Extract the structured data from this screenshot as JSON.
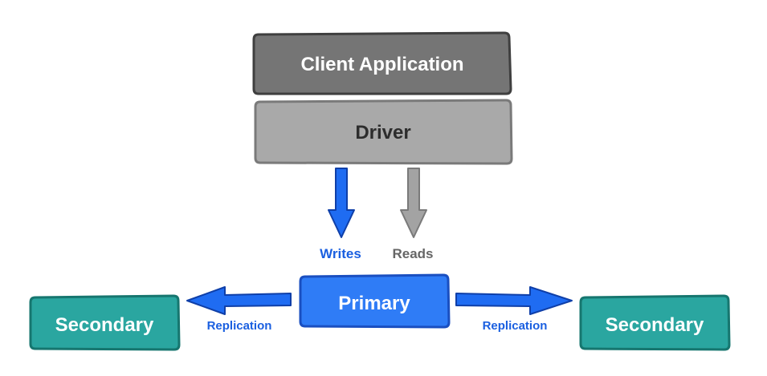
{
  "diagram": {
    "client_app": {
      "label": "Client Application"
    },
    "driver": {
      "label": "Driver"
    },
    "writes": {
      "label": "Writes"
    },
    "reads": {
      "label": "Reads"
    },
    "primary": {
      "label": "Primary"
    },
    "secondary_left": {
      "label": "Secondary"
    },
    "secondary_right": {
      "label": "Secondary"
    },
    "replication_left": {
      "label": "Replication"
    },
    "replication_right": {
      "label": "Replication"
    }
  },
  "colors": {
    "client_fill": "#757575",
    "client_stroke": "#3f3f3f",
    "driver_fill": "#a9a9a9",
    "driver_stroke": "#7a7a7a",
    "primary_fill": "#2f7cf6",
    "primary_stroke": "#1a4fc0",
    "secondary_fill": "#2aa6a0",
    "secondary_stroke": "#16766f",
    "write_arrow": "#1f6cf2",
    "read_arrow": "#9a9a9a",
    "replication_arrow": "#1f6cf2",
    "label_blue": "#1a5fe0",
    "label_gray": "#666666"
  }
}
